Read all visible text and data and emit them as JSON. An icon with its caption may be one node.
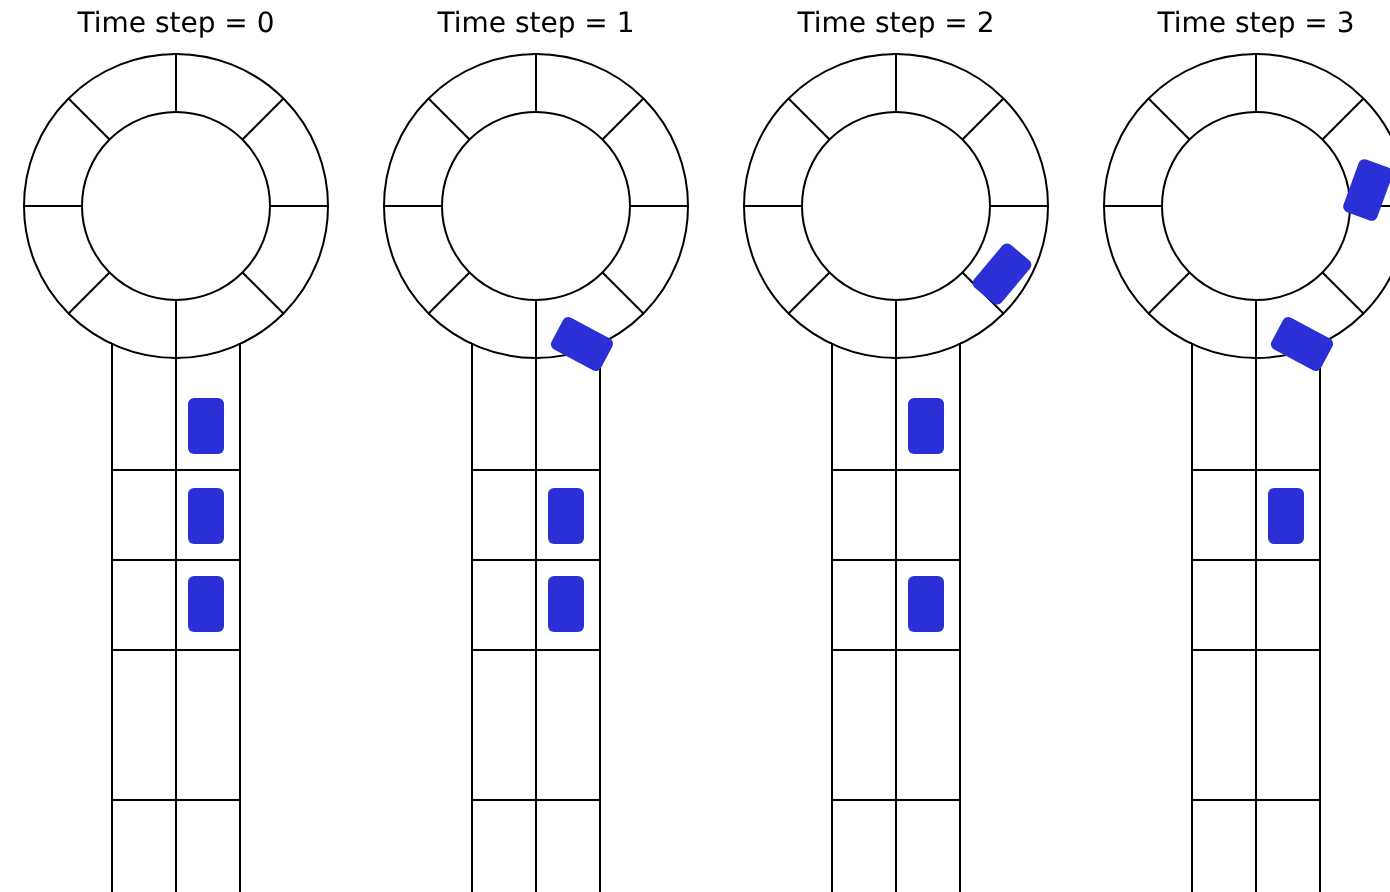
{
  "diagram": {
    "labels": [
      "Time step = 0",
      "Time step = 1",
      "Time step = 2",
      "Time step = 3"
    ]
  }
}
